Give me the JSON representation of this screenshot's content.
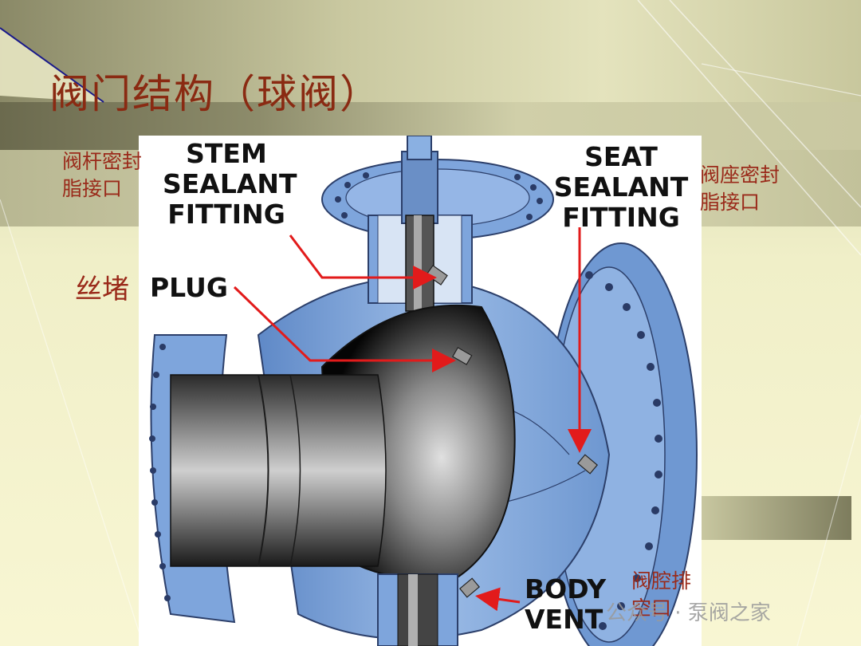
{
  "slide": {
    "title": "阀门结构（球阀）"
  },
  "chinese_labels": {
    "stem_sealant": [
      "阀杆密封",
      "脂接口"
    ],
    "seat_sealant": [
      "阀座密封",
      "脂接口"
    ],
    "plug": "丝堵",
    "body_vent": [
      "阀腔排",
      "空口"
    ]
  },
  "english_labels": {
    "stem_sealant": [
      "STEM",
      "SEALANT",
      "FITTING"
    ],
    "seat_sealant": [
      "SEAT",
      "SEALANT",
      "FITTING"
    ],
    "plug": "PLUG",
    "body_vent": [
      "BODY",
      "VENT"
    ]
  },
  "watermark": "公众号 · 泵阀之家",
  "colors": {
    "title": "#8a2a12",
    "label_cn": "#9a2a1a",
    "valve_body": "#7fa6dc",
    "pointer_arrow": "#e21b1b"
  }
}
